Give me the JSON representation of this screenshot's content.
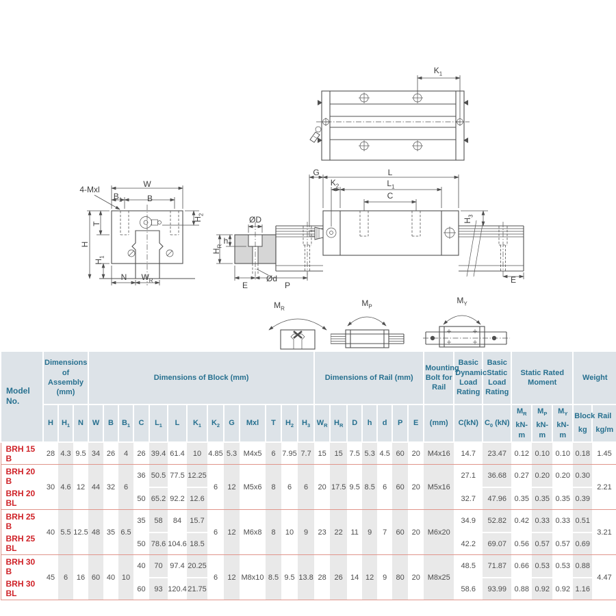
{
  "drawings": {
    "top_view": {
      "K1": "K<sub>1</sub>"
    },
    "front_view": {
      "bolt_callout": "4-Mxl",
      "W": "W",
      "B1": "B<sub>1</sub>",
      "B": "B",
      "H2": "H<sub>2</sub>",
      "T": "T",
      "H": "H",
      "H1": "H<sub>1</sub>",
      "N": "N",
      "WR": "W<sub>R</sub>"
    },
    "rail_section": {
      "OD": "ØD",
      "Od": "Ød",
      "h": "h",
      "HR": "H<sub>R</sub>",
      "E": "E",
      "P": "P"
    },
    "side_view": {
      "G": "G",
      "L": "L",
      "K2": "K<sub>2</sub>",
      "L1": "L<sub>1</sub>",
      "C": "C",
      "H3": "H<sub>3</sub>",
      "E": "E"
    },
    "moment_diagrams": {
      "MR": "M<sub>R</sub>",
      "MP": "M<sub>P</sub>",
      "MY": "M<sub>Y</sub>"
    }
  },
  "table": {
    "group_headers": {
      "model": "Model No.",
      "assembly": "Dimensions of Assembly (mm)",
      "block": "Dimensions of Block (mm)",
      "rail": "Dimensions of Rail (mm)",
      "bolt": "Mounting Bolt for Rail",
      "dynamic": "Basic Dynamic Load Rating",
      "static": "Basic Static Load Rating",
      "moment": "Static Rated Moment",
      "weight": "Weight"
    },
    "sub": {
      "H": "H",
      "H1": "H<sub>1</sub>",
      "N": "N",
      "W": "W",
      "B": "B",
      "B1": "B<sub>1</sub>",
      "C": "C",
      "L1": "L<sub>1</sub>",
      "L": "L",
      "K1": "K<sub>1</sub>",
      "K2": "K<sub>2</sub>",
      "G": "G",
      "Mxl": "Mxl",
      "T": "T",
      "H2": "H<sub>2</sub>",
      "H3": "H<sub>3</sub>",
      "WR": "W<sub>R</sub>",
      "HR": "H<sub>R</sub>",
      "D": "D",
      "h": "h",
      "d": "d",
      "P": "P",
      "E": "E",
      "mm": "(mm)",
      "CkN": "C(kN)",
      "C0kN": "C<sub>0</sub> (kN)",
      "MR": "M<sub>R</sub>",
      "MP": "M<sub>P</sub>",
      "MY": "M<sub>Y</sub>",
      "knm": "kN-m",
      "Block": "Block",
      "kg": "kg",
      "Rail": "Rail",
      "kgm": "kg/m"
    },
    "r15": {
      "model": "BRH 15 B",
      "H": "28",
      "H1": "4.3",
      "N": "9.5",
      "W": "34",
      "B": "26",
      "B1": "4",
      "C": "26",
      "L1": "39.4",
      "L": "61.4",
      "K1": "10",
      "K2": "4.85",
      "G": "5.3",
      "Mxl": "M4x5",
      "T": "6",
      "H2": "7.95",
      "H3": "7.7",
      "WR": "15",
      "HR": "15",
      "D": "7.5",
      "h": "5.3",
      "d": "4.5",
      "P": "60",
      "E": "20",
      "bolt": "M4x16",
      "CkN": "14.7",
      "C0": "23.47",
      "MR": "0.12",
      "MP": "0.10",
      "MY": "0.10",
      "block": "0.18",
      "rail": "1.45"
    },
    "r20": {
      "H": "30",
      "H1": "4.6",
      "N": "12",
      "W": "44",
      "B": "32",
      "B1": "6",
      "K2": "6",
      "G": "12",
      "Mxl": "M5x6",
      "T": "8",
      "H2": "6",
      "H3": "6",
      "WR": "20",
      "HR": "17.5",
      "D": "9.5",
      "h": "8.5",
      "d": "6",
      "P": "60",
      "E": "20",
      "bolt": "M5x16",
      "rail": "2.21",
      "b": {
        "model": "BRH 20 B",
        "C": "36",
        "L1": "50.5",
        "L": "77.5",
        "K1": "12.25",
        "CkN": "27.1",
        "C0": "36.68",
        "MR": "0.27",
        "MP": "0.20",
        "MY": "0.20",
        "block": "0.30"
      },
      "bl": {
        "model": "BRH 20 BL",
        "C": "50",
        "L1": "65.2",
        "L": "92.2",
        "K1": "12.6",
        "CkN": "32.7",
        "C0": "47.96",
        "MR": "0.35",
        "MP": "0.35",
        "MY": "0.35",
        "block": "0.39"
      }
    },
    "r25": {
      "H": "40",
      "H1": "5.5",
      "N": "12.5",
      "W": "48",
      "B": "35",
      "B1": "6.5",
      "K2": "6",
      "G": "12",
      "Mxl": "M6x8",
      "T": "8",
      "H2": "10",
      "H3": "9",
      "WR": "23",
      "HR": "22",
      "D": "11",
      "h": "9",
      "d": "7",
      "P": "60",
      "E": "20",
      "bolt": "M6x20",
      "rail": "3.21",
      "b": {
        "model": "BRH 25 B",
        "C": "35",
        "L1": "58",
        "L": "84",
        "K1": "15.7",
        "CkN": "34.9",
        "C0": "52.82",
        "MR": "0.42",
        "MP": "0.33",
        "MY": "0.33",
        "block": "0.51"
      },
      "bl": {
        "model": "BRH 25 BL",
        "C": "50",
        "L1": "78.6",
        "L": "104.6",
        "K1": "18.5",
        "CkN": "42.2",
        "C0": "69.07",
        "MR": "0.56",
        "MP": "0.57",
        "MY": "0.57",
        "block": "0.69"
      }
    },
    "r30": {
      "H": "45",
      "H1": "6",
      "N": "16",
      "W": "60",
      "B": "40",
      "B1": "10",
      "K2": "6",
      "G": "12",
      "Mxl": "M8x10",
      "T": "8.5",
      "H2": "9.5",
      "H3": "13.8",
      "WR": "28",
      "HR": "26",
      "D": "14",
      "h": "12",
      "d": "9",
      "P": "80",
      "E": "20",
      "bolt": "M8x25",
      "rail": "4.47",
      "b": {
        "model": "BRH 30 B",
        "C": "40",
        "L1": "70",
        "L": "97.4",
        "K1": "20.25",
        "CkN": "48.5",
        "C0": "71.87",
        "MR": "0.66",
        "MP": "0.53",
        "MY": "0.53",
        "block": "0.88"
      },
      "bl": {
        "model": "BRH 30 BL",
        "C": "60",
        "L1": "93",
        "L": "120.4",
        "K1": "21.75",
        "CkN": "58.6",
        "C0": "93.99",
        "MR": "0.88",
        "MP": "0.92",
        "MY": "0.92",
        "block": "1.16"
      }
    }
  }
}
